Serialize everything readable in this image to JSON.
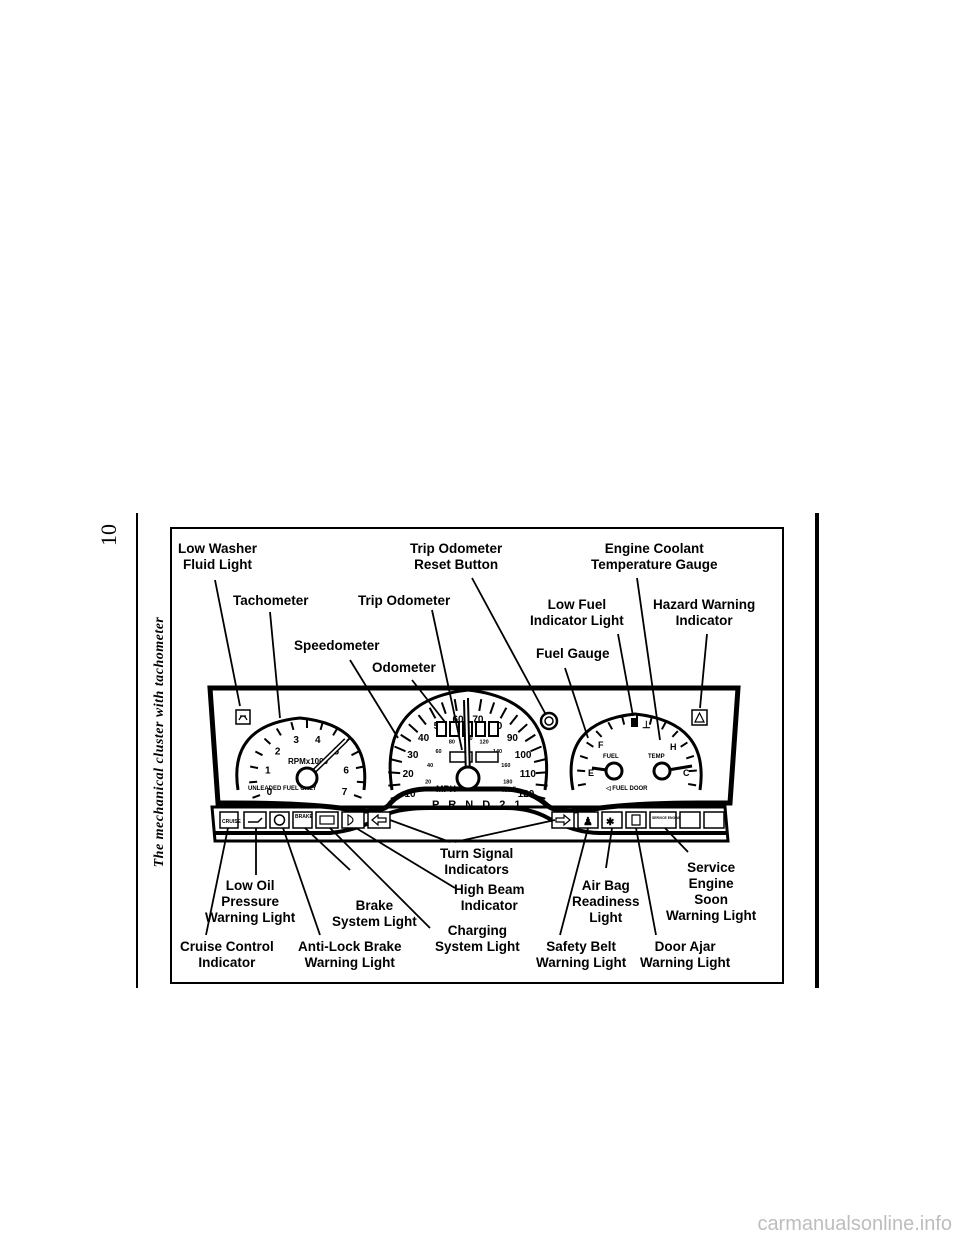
{
  "page": {
    "number": "10",
    "caption": "The mechanical cluster with tachometer",
    "watermark": "carmanualsonline.info"
  },
  "labels": {
    "low_washer": "Low Washer\nFluid Light",
    "trip_reset": "Trip Odometer\nReset Button",
    "coolant_temp": "Engine Coolant\nTemperature Gauge",
    "tachometer": "Tachometer",
    "trip_odometer": "Trip Odometer",
    "low_fuel": "Low Fuel\nIndicator Light",
    "hazard": "Hazard Warning\nIndicator",
    "speedometer": "Speedometer",
    "fuel_gauge": "Fuel Gauge",
    "odometer": "Odometer",
    "turn_signal": "Turn Signal\nIndicators",
    "service_engine": "Service\nEngine\nSoon\nWarning Light",
    "low_oil": "Low Oil\nPressure\nWarning Light",
    "high_beam": "High Beam\nIndicator",
    "air_bag": "Air Bag\nReadiness\nLight",
    "brake_system": "Brake\nSystem Light",
    "charging": "Charging\nSystem Light",
    "cruise": "Cruise Control\nIndicator",
    "abs": "Anti-Lock Brake\nWarning Light",
    "safety_belt": "Safety Belt\nWarning Light",
    "door_ajar": "Door Ajar\nWarning Light"
  },
  "gauges": {
    "tach": {
      "numbers": [
        "0",
        "1",
        "2",
        "3",
        "4",
        "5",
        "6",
        "7"
      ],
      "unit": "RPMx1000",
      "note": "UNLEADED FUEL ONLY"
    },
    "speedo": {
      "mph": [
        "10",
        "20",
        "30",
        "40",
        "50",
        "60",
        "70",
        "80",
        "90",
        "100",
        "110",
        "120"
      ],
      "kmh": [
        "20",
        "40",
        "60",
        "80",
        "100",
        "120",
        "140",
        "160",
        "180"
      ],
      "unit_mph": "MPH",
      "unit_kmh": "km/h",
      "prnd": "P R N D 2 1"
    },
    "fuel": {
      "full": "F",
      "empty": "E",
      "label": "FUEL",
      "door": "◁ FUEL DOOR"
    },
    "temp": {
      "hot": "H",
      "cold": "C",
      "label": "TEMP"
    },
    "warning_text": {
      "cruise": "CRUISE",
      "brake": "BRAKE",
      "service": "SERVICE ENGINE SOON"
    }
  }
}
